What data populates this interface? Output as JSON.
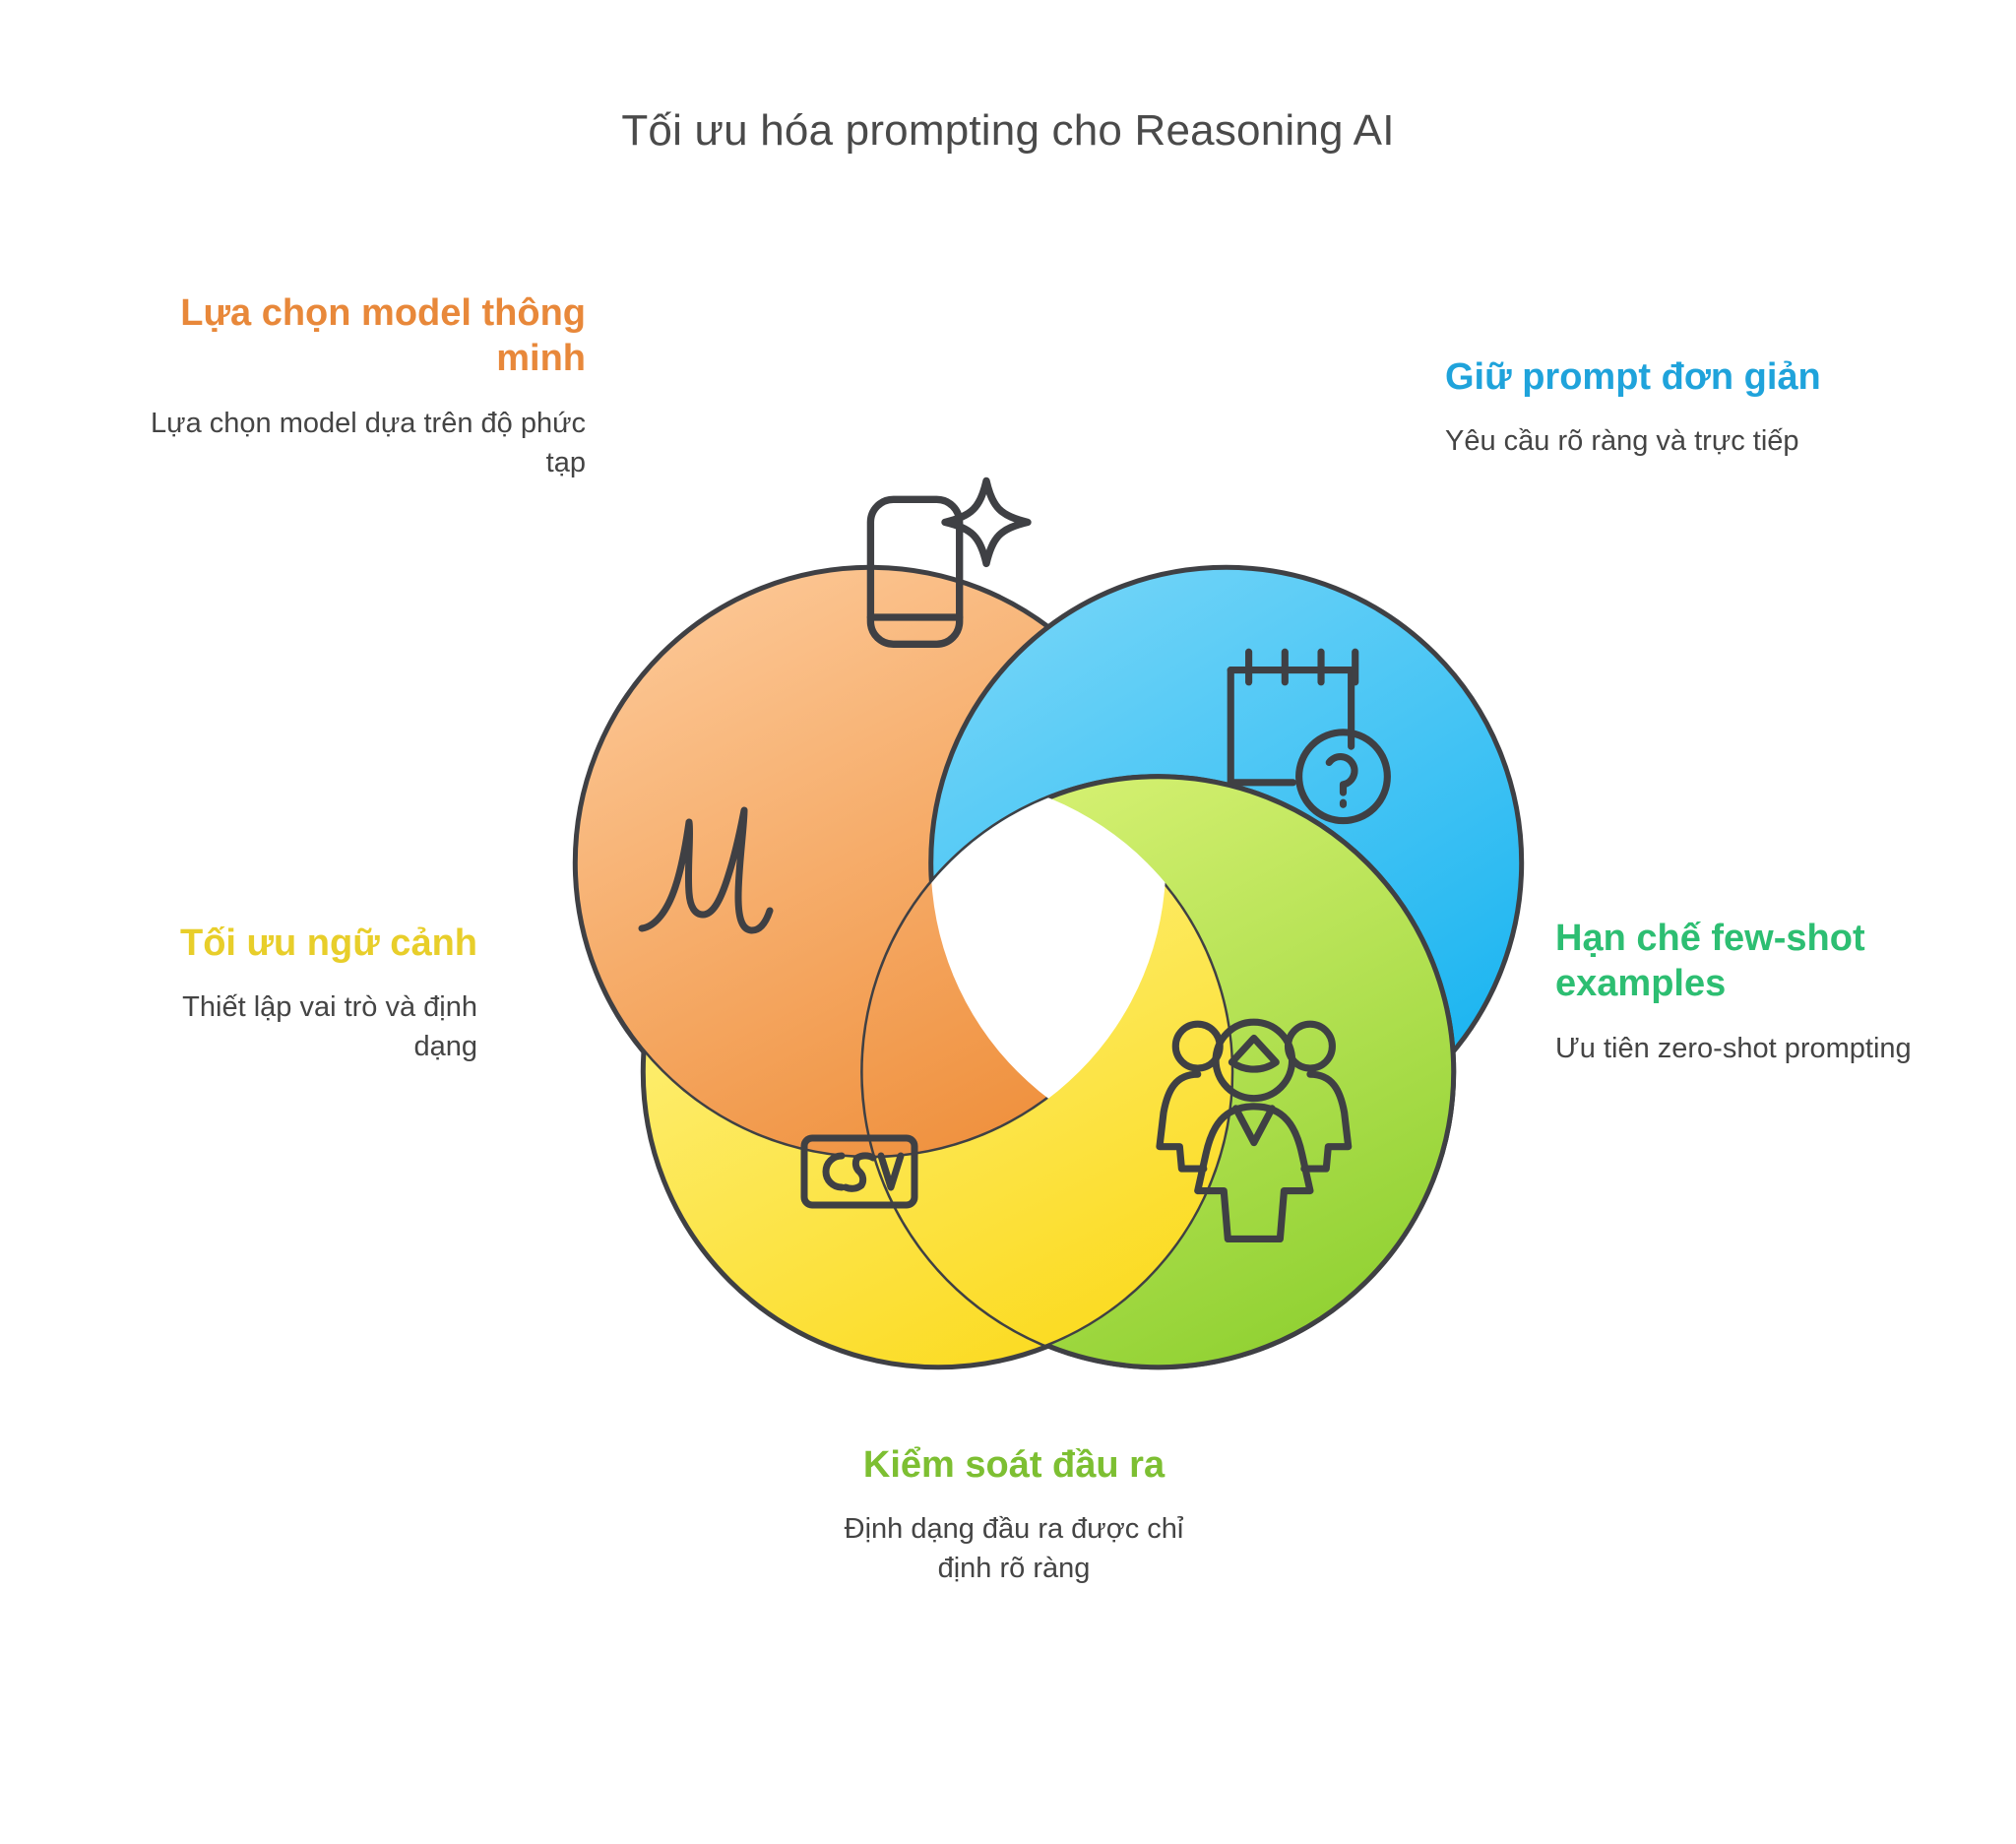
{
  "header": {
    "title": "Tối ưu hóa prompting cho Reasoning AI"
  },
  "diagram": {
    "type": "pinwheel-overlapping-circles",
    "segment_count": 5,
    "center_hole": "white-pentagon",
    "stroke_color": "#3f4044",
    "petals": [
      {
        "id": "model",
        "position": "top-left",
        "color_light": "#FBC58F",
        "color_dark": "#F09340",
        "icon": "phone-sparkle-icon"
      },
      {
        "id": "prompt",
        "position": "top-right",
        "color_light": "#6ED3F7",
        "color_dark": "#17B4F0",
        "icon": "notepad-question-icon"
      },
      {
        "id": "fewshot",
        "position": "right",
        "color_light": "#7BE9B8",
        "color_dark": "#3DDC91",
        "icon": "people-group-icon"
      },
      {
        "id": "output",
        "position": "bottom",
        "color_light": "#D4F06A",
        "color_dark": "#96D236",
        "icon": "csv-badge-icon"
      },
      {
        "id": "context",
        "position": "left",
        "color_light": "#FDF07A",
        "color_dark": "#FBDC26",
        "icon": "script-m-icon"
      }
    ]
  },
  "labels": {
    "model": {
      "title": "Lựa chọn model thông minh",
      "desc": "Lựa chọn model dựa trên độ phức tạp",
      "color": "#E8883A"
    },
    "prompt": {
      "title": "Giữ prompt đơn giản",
      "desc": "Yêu cầu rõ ràng và trực tiếp",
      "color": "#1FA3DB"
    },
    "fewshot": {
      "title": "Hạn chế few-shot examples",
      "desc": "Ưu tiên zero-shot prompting",
      "color": "#2DBE72"
    },
    "output": {
      "title": "Kiểm soát đầu ra",
      "desc": "Định dạng đầu ra được chỉ định rõ ràng",
      "color": "#7DBF32"
    },
    "context": {
      "title": "Tối ưu ngữ cảnh",
      "desc": "Thiết lập vai trò và định dạng",
      "color": "#E8CE2A"
    }
  },
  "icons": {
    "csv_label": "CSV"
  }
}
